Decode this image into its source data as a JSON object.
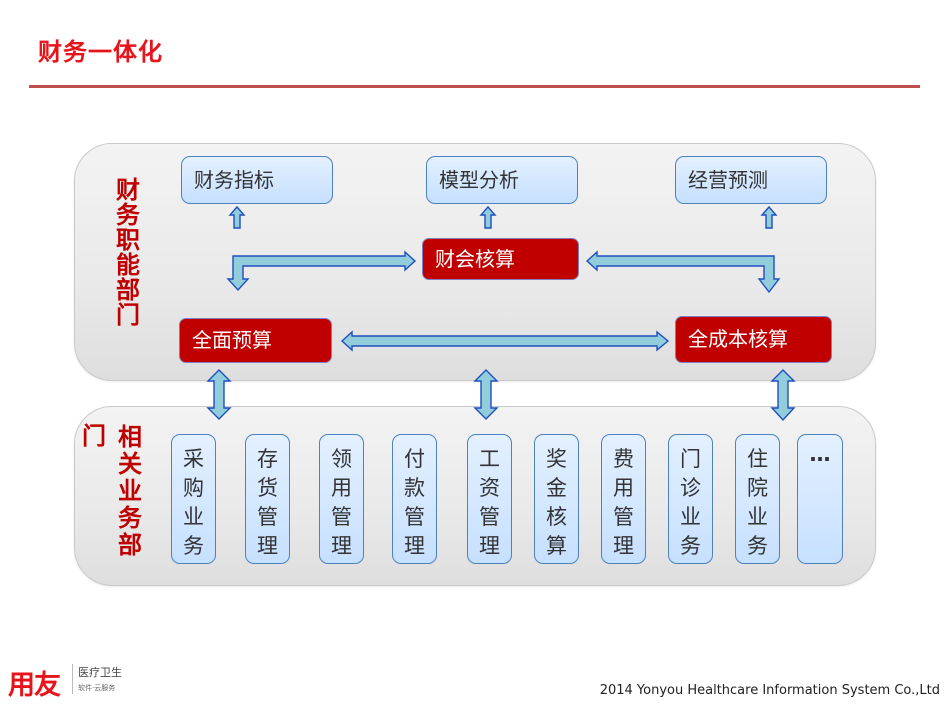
{
  "title": "财务一体化",
  "finance_department": {
    "label": "财务职能部门",
    "outputs": [
      {
        "label": "财务指标"
      },
      {
        "label": "模型分析"
      },
      {
        "label": "经营预测"
      }
    ],
    "core_modules": {
      "accounting": "财会核算",
      "budget": "全面预算",
      "full_cost": "全成本核算"
    }
  },
  "business_department": {
    "label_part1": "门",
    "label_part2": "相关业务部",
    "modules": [
      {
        "label": "采购业务"
      },
      {
        "label": "存货管理"
      },
      {
        "label": "领用管理"
      },
      {
        "label": "付款管理"
      },
      {
        "label": "工资管理"
      },
      {
        "label": "奖金核算"
      },
      {
        "label": "费用管理"
      },
      {
        "label": "门诊业务"
      },
      {
        "label": "住院业务"
      },
      {
        "label": "…"
      }
    ]
  },
  "footer": {
    "logo_brand": "用友",
    "logo_sub1": "医疗卫生",
    "logo_sub2": "软件·云服务",
    "copyright": "2014 Yonyou Healthcare Information System Co.,Ltd"
  },
  "colors": {
    "title_red": "#e8141b",
    "label_red": "#c00000",
    "core_box": "#c00000",
    "arrow_fill": "#92cddc",
    "arrow_stroke": "#1f4fbf"
  }
}
